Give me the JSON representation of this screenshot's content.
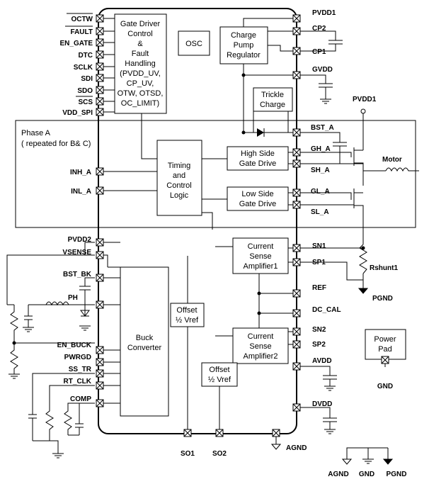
{
  "chip": {
    "left_pins": [
      "OCTW",
      "FAULT",
      "EN_GATE",
      "DTC",
      "SCLK",
      "SDI",
      "SDO",
      "SCS",
      "VDD_SPI",
      "INH_A",
      "INL_A",
      "PVDD2",
      "VSENSE",
      "BST_BK",
      "EN_BUCK",
      "PWRGD",
      "SS_TR",
      "RT_CLK",
      "COMP"
    ],
    "right_pins": [
      "PVDD1",
      "CP2",
      "CP1",
      "GVDD",
      "BST_A",
      "GH_A",
      "SH_A",
      "GL_A",
      "SL_A",
      "SN1",
      "SP1",
      "REF",
      "DC_CAL",
      "SN2",
      "SP2",
      "AVDD",
      "DVDD"
    ],
    "bottom_pins": [
      "SO1",
      "SO2",
      "AGND"
    ]
  },
  "blocks": {
    "gate_driver": [
      "Gate Driver",
      "Control",
      "&",
      "Fault",
      "Handling",
      "(PVDD_UV,",
      "CP_UV,",
      "OTW, OTSD,",
      "OC_LIMIT)"
    ],
    "osc": "OSC",
    "charge_pump": [
      "Charge",
      "Pump",
      "Regulator"
    ],
    "trickle": [
      "Trickle",
      "Charge"
    ],
    "timing": [
      "Timing",
      "and",
      "Control",
      "Logic"
    ],
    "high_side": [
      "High Side",
      "Gate Drive"
    ],
    "low_side": [
      "Low Side",
      "Gate Drive"
    ],
    "csa1": [
      "Current",
      "Sense",
      "Amplifier1"
    ],
    "csa2": [
      "Current",
      "Sense",
      "Amplifier2"
    ],
    "offset1": [
      "Offset",
      "½ Vref"
    ],
    "offset2": [
      "Offset",
      "½ Vref"
    ],
    "buck": [
      "Buck",
      "Converter"
    ],
    "power_pad": [
      "Power",
      "Pad"
    ]
  },
  "labels": {
    "phase_a": "Phase A",
    "phase_note": "( repeated for B& C)",
    "pvdd1_ext": "PVDD1",
    "motor": "Motor",
    "rshunt": "Rshunt1",
    "pgnd": "PGND",
    "ph": "PH",
    "gnd_pad": "GND",
    "agnd_chip": "AGND",
    "legend": [
      "AGND",
      "GND",
      "PGND"
    ]
  }
}
